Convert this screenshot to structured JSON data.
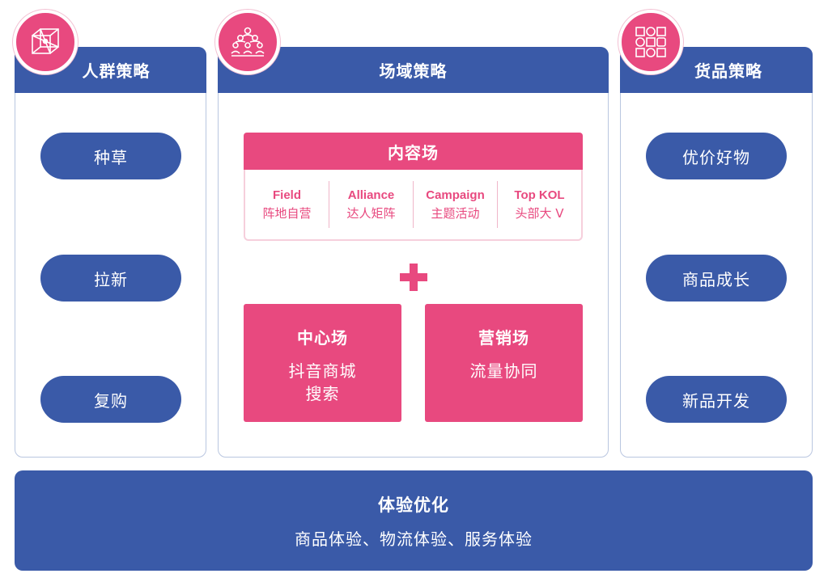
{
  "columns": {
    "left": {
      "title": "人群策略",
      "icon": "network-cube-icon",
      "items": [
        "种草",
        "拉新",
        "复购"
      ]
    },
    "middle": {
      "title": "场域策略",
      "icon": "people-group-icon"
    },
    "right": {
      "title": "货品策略",
      "icon": "product-grid-icon",
      "items": [
        "优价好物",
        "商品成长",
        "新品开发"
      ]
    }
  },
  "content_field": {
    "title": "内容场",
    "cells": [
      {
        "en": "Field",
        "zh": "阵地自营"
      },
      {
        "en": "Alliance",
        "zh": "达人矩阵"
      },
      {
        "en": "Campaign",
        "zh": "主题活动"
      },
      {
        "en": "Top KOL",
        "zh": "头部大 V"
      }
    ]
  },
  "boxes": [
    {
      "title": "中心场",
      "lines": [
        "抖音商城",
        "搜索"
      ]
    },
    {
      "title": "营销场",
      "lines": [
        "流量协同"
      ]
    }
  ],
  "experience": {
    "title": "体验优化",
    "subtitle": "商品体验、物流体验、服务体验"
  },
  "colors": {
    "blue": "#3a5aa8",
    "pink": "#e8497f",
    "border": "#b9c6e0"
  }
}
